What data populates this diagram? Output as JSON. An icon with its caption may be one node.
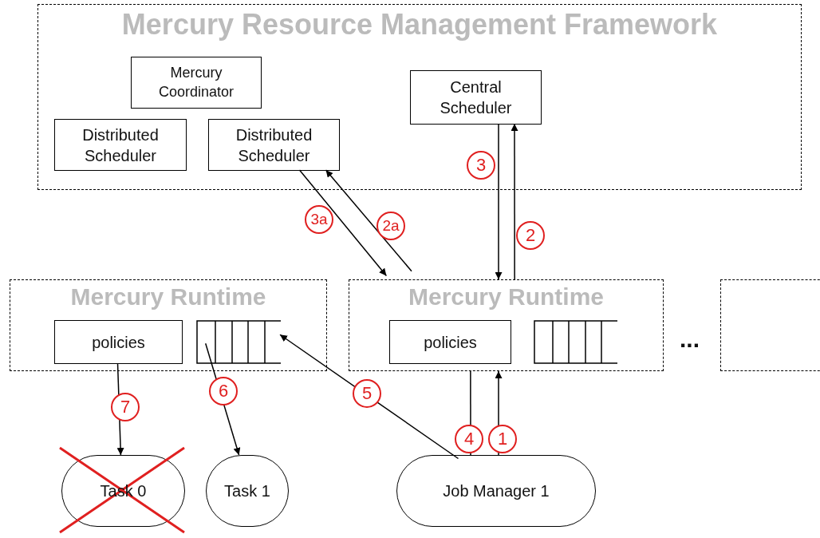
{
  "diagram": {
    "nodes": [
      {
        "text": [
          "Mercury Resource Management Framework"
        ]
      },
      {
        "text": [
          "Mercury Coordinator"
        ],
        "in": 0
      },
      {
        "text": [
          "Distributed Scheduler"
        ],
        "in": 0
      },
      {
        "text": [
          "Distributed Scheduler"
        ],
        "in": 0
      },
      {
        "text": [
          "Central Scheduler"
        ],
        "in": 0
      },
      {
        "text": [
          "Mercury Runtime"
        ]
      },
      {
        "text": [
          "policies"
        ],
        "in": 5
      },
      {
        "text": [],
        "shape": "queue",
        "in": 5
      },
      {
        "text": [
          "Mercury Runtime"
        ]
      },
      {
        "text": [
          "policies"
        ],
        "in": 8
      },
      {
        "text": [],
        "shape": "queue",
        "in": 8
      },
      {
        "text": [],
        "shape": "box"
      },
      {
        "text": [
          "Task 0"
        ]
      },
      {
        "text": [
          "Task 1"
        ]
      },
      {
        "text": [
          "Job Manager 1"
        ]
      }
    ],
    "edges": [
      {
        "from": 14,
        "to": 8,
        "arrow": "to",
        "label": "1"
      },
      {
        "from": 8,
        "to": 14,
        "arrow": "none",
        "label": "4"
      },
      {
        "from": 8,
        "to": 4,
        "arrow": "to",
        "label": "2"
      },
      {
        "from": 4,
        "to": 8,
        "arrow": "to",
        "label": "3"
      },
      {
        "from": 8,
        "to": 3,
        "arrow": "to",
        "label": "2a"
      },
      {
        "from": 3,
        "to": 8,
        "arrow": "to",
        "label": "3a"
      },
      {
        "from": 14,
        "to": 7,
        "arrow": "to",
        "label": "5"
      },
      {
        "from": 7,
        "to": 13,
        "arrow": "to",
        "label": "6"
      },
      {
        "from": 6,
        "to": 12,
        "arrow": "to",
        "label": "7"
      }
    ],
    "labels": [
      "..."
    ]
  }
}
